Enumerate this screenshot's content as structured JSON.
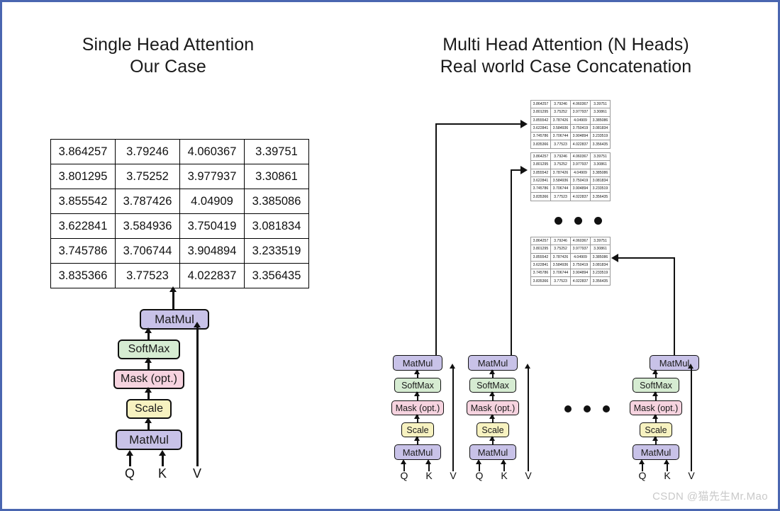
{
  "titles": {
    "left": "Single Head Attention\nOur Case",
    "right": "Multi Head Attention (N Heads)\nReal world Case Concatenation"
  },
  "attention_matrix": {
    "rows": [
      [
        "3.864257",
        "3.79246",
        "4.060367",
        "3.39751"
      ],
      [
        "3.801295",
        "3.75252",
        "3.977937",
        "3.30861"
      ],
      [
        "3.855542",
        "3.787426",
        "4.04909",
        "3.385086"
      ],
      [
        "3.622841",
        "3.584936",
        "3.750419",
        "3.081834"
      ],
      [
        "3.745786",
        "3.706744",
        "3.904894",
        "3.233519"
      ],
      [
        "3.835366",
        "3.77523",
        "4.022837",
        "3.356435"
      ]
    ]
  },
  "flow": {
    "matmul_top": "MatMul",
    "softmax": "SoftMax",
    "mask": "Mask (opt.)",
    "scale": "Scale",
    "matmul_bottom": "MatMul",
    "q": "Q",
    "k": "K",
    "v": "V"
  },
  "colors": {
    "matmul": "#c8c2e8",
    "softmax": "#d6ecd2",
    "mask": "#f6d3df",
    "scale": "#f7f2c0",
    "border": "#4a66b0",
    "stroke": "#111111"
  },
  "watermark": "CSDN @猫先生Mr.Mao"
}
